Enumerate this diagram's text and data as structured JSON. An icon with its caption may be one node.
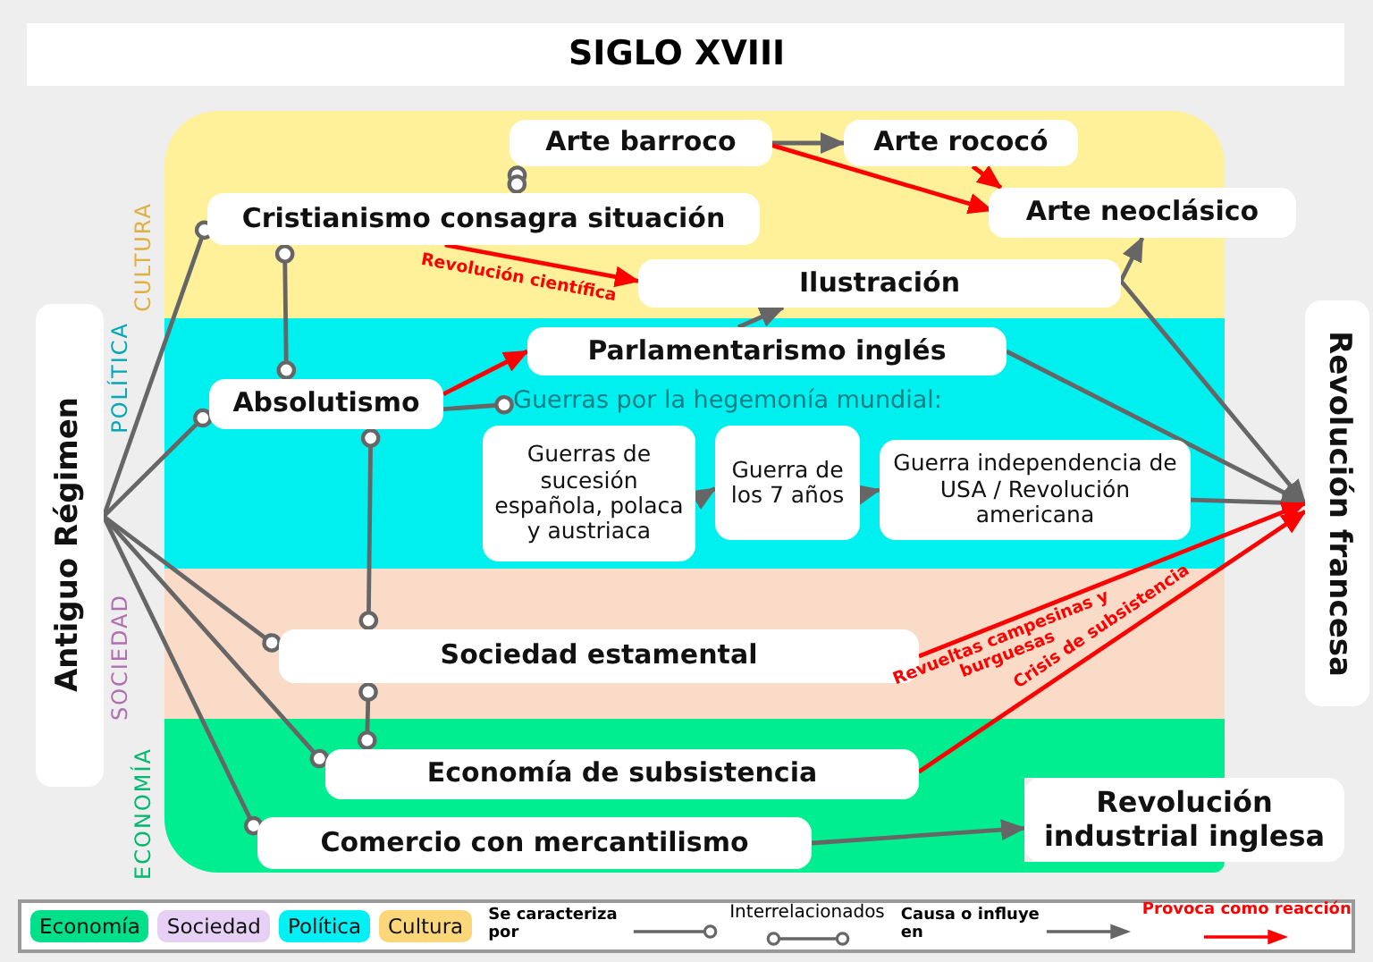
{
  "diagram": {
    "title": "SIGLO XVIII",
    "nodes": [
      {
        "text": [
          "CULTURA"
        ]
      },
      {
        "text": [
          "Arte barroco"
        ],
        "in": 0
      },
      {
        "text": [
          "Arte rococó"
        ],
        "in": 0
      },
      {
        "text": [
          "Cristianismo consagra situación"
        ],
        "in": 0
      },
      {
        "text": [
          "Arte neoclásico"
        ]
      },
      {
        "text": [
          "Ilustración"
        ],
        "in": 0
      },
      {
        "text": [
          "POLÍTICA"
        ]
      },
      {
        "text": [
          "Parlamentarismo inglés"
        ],
        "in": 6
      },
      {
        "text": [
          "Absolutismo"
        ],
        "in": 6
      },
      {
        "text": [
          "Guerras por la hegemonía mundial:"
        ],
        "in": 6
      },
      {
        "text": [
          "Guerras de sucesión española, polaca y austriaca"
        ],
        "in": 6
      },
      {
        "text": [
          "Guerra de los 7 años"
        ],
        "in": 6
      },
      {
        "text": [
          "Guerra independencia de USA / Revolución americana"
        ],
        "in": 6
      },
      {
        "text": [
          "SOCIEDAD"
        ]
      },
      {
        "text": [
          "Sociedad estamental"
        ],
        "in": 13
      },
      {
        "text": [
          "ECONOMÍA"
        ]
      },
      {
        "text": [
          "Economía de subsistencia"
        ],
        "in": 15
      },
      {
        "text": [
          "Comercio con mercantilismo"
        ],
        "in": 15
      },
      {
        "text": [
          "Antiguo Régimen"
        ]
      },
      {
        "text": [
          "Revolución francesa"
        ]
      },
      {
        "text": [
          "Revolución industrial inglesa"
        ]
      }
    ],
    "edges": [
      {
        "from": 18,
        "to": 3,
        "arrow": "other"
      },
      {
        "from": 18,
        "to": 8,
        "arrow": "other"
      },
      {
        "from": 18,
        "to": 14,
        "arrow": "other"
      },
      {
        "from": 18,
        "to": 16,
        "arrow": "other"
      },
      {
        "from": 18,
        "to": 17,
        "arrow": "other"
      },
      {
        "from": 1,
        "to": 3,
        "arrow": "other"
      },
      {
        "from": 3,
        "to": 8,
        "arrow": "other"
      },
      {
        "from": 8,
        "to": 14,
        "arrow": "other"
      },
      {
        "from": 14,
        "to": 16,
        "arrow": "other"
      },
      {
        "from": 8,
        "to": 9,
        "arrow": "other"
      },
      {
        "from": 8,
        "to": 7,
        "arrow": "to",
        "color": "#ff0000"
      },
      {
        "from": 1,
        "to": 2,
        "arrow": "to"
      },
      {
        "from": 1,
        "to": 4,
        "arrow": "to",
        "color": "#ff0000"
      },
      {
        "from": 2,
        "to": 4,
        "arrow": "to",
        "color": "#ff0000"
      },
      {
        "from": 3,
        "to": 5,
        "arrow": "to",
        "color": "#ff0000",
        "label": "Revolución científica"
      },
      {
        "from": 7,
        "to": 5,
        "arrow": "to"
      },
      {
        "from": 5,
        "to": 4,
        "arrow": "to"
      },
      {
        "from": 5,
        "to": 19,
        "arrow": "to"
      },
      {
        "from": 7,
        "to": 19,
        "arrow": "to"
      },
      {
        "from": 10,
        "to": 11,
        "arrow": "to"
      },
      {
        "from": 11,
        "to": 12,
        "arrow": "to"
      },
      {
        "from": 12,
        "to": 19,
        "arrow": "to"
      },
      {
        "from": 14,
        "to": 19,
        "arrow": "to",
        "color": "#ff0000",
        "label": "Revueltas campesinas y burguesas"
      },
      {
        "from": 16,
        "to": 19,
        "arrow": "to",
        "color": "#ff0000",
        "label": "Crisis de subsistencia"
      },
      {
        "from": 17,
        "to": 20,
        "arrow": "to"
      }
    ],
    "legend": [
      {
        "text": "Economía",
        "color": "#00e08a"
      },
      {
        "text": "Sociedad",
        "color": "#e6d0f5"
      },
      {
        "text": "Política",
        "color": "#00f0f5"
      },
      {
        "text": "Cultura",
        "color": "#fcd77a"
      },
      {
        "text": "Se caracteriza por"
      },
      {
        "text": "Interrelacionados"
      },
      {
        "text": "Causa o influye en"
      },
      {
        "text": "Provoca como reacción"
      }
    ]
  }
}
